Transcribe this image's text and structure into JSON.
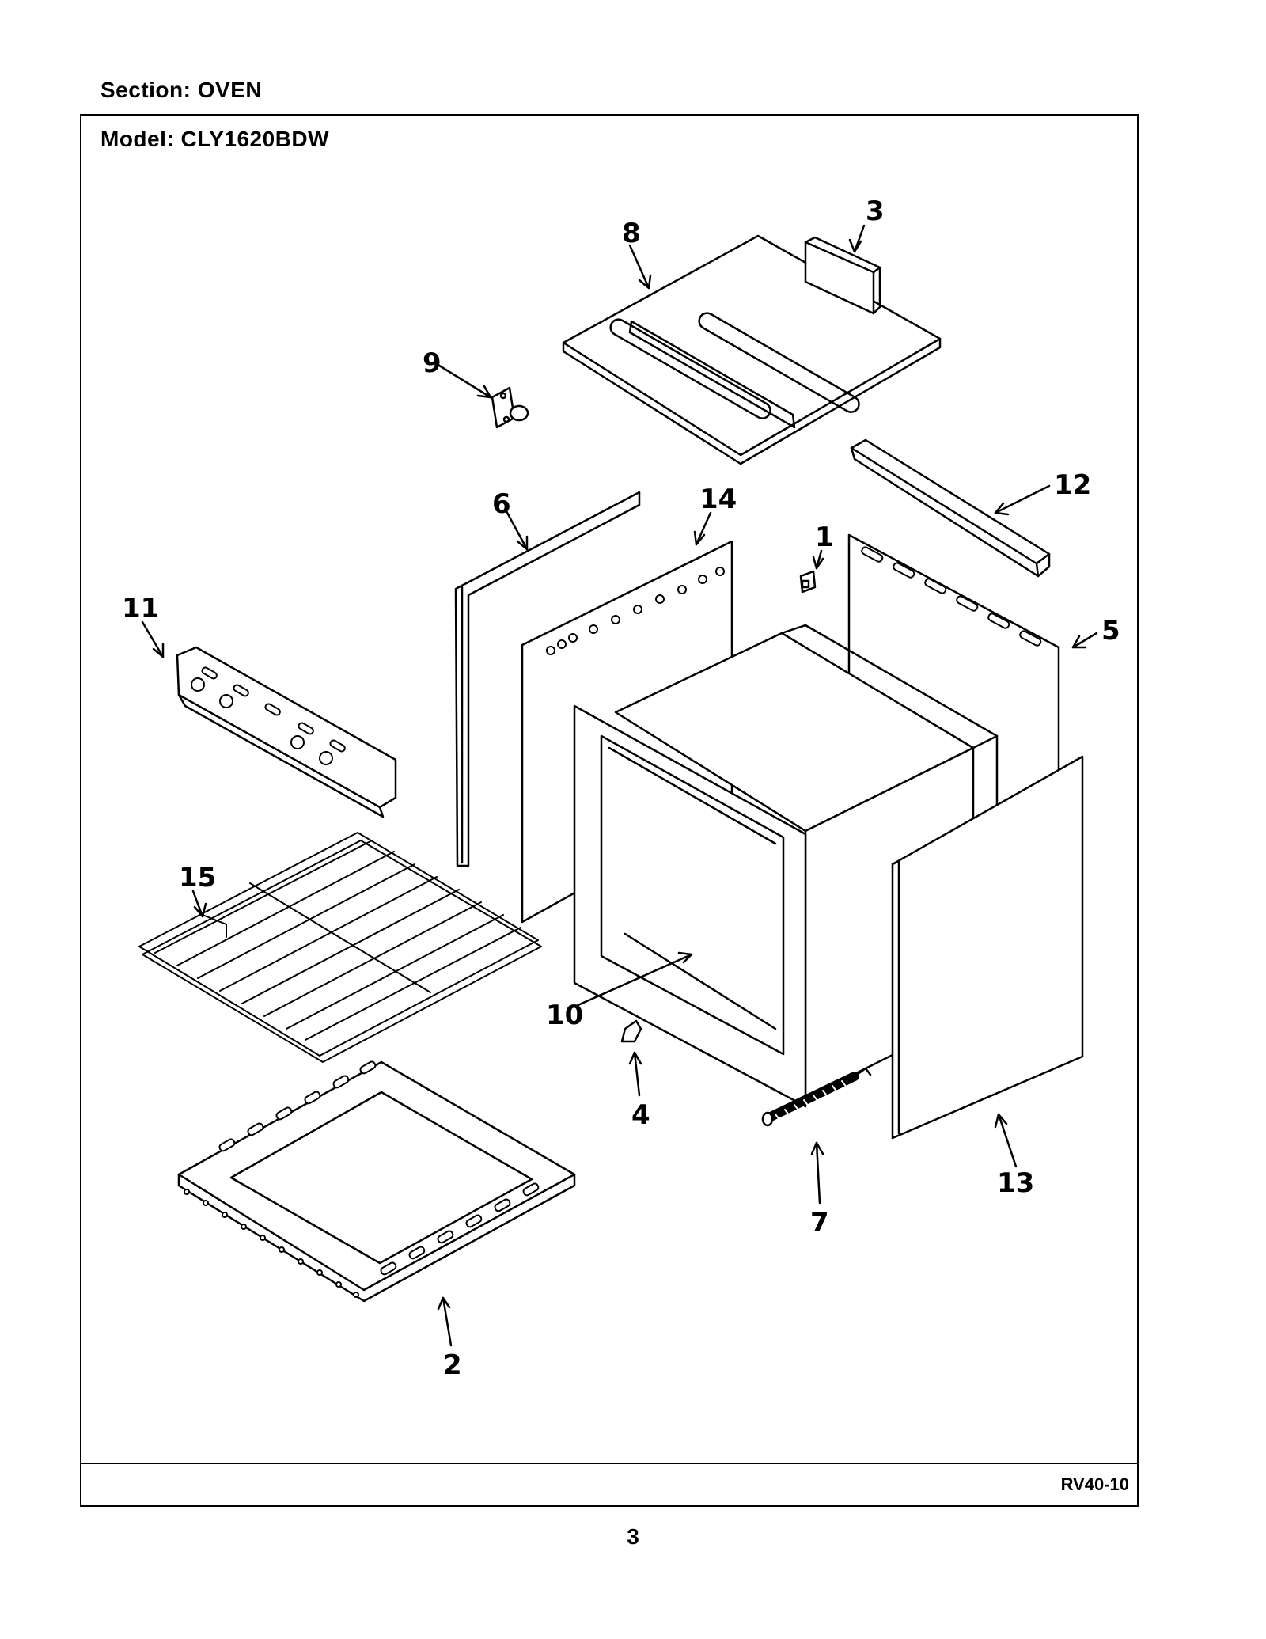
{
  "header": {
    "section": "Section:  OVEN"
  },
  "frame": {
    "model": "Model:  CLY1620BDW",
    "diagram_code": "RV40-10"
  },
  "page_number": "3",
  "callouts": {
    "c1": "1",
    "c2": "2",
    "c3": "3",
    "c4": "4",
    "c5": "5",
    "c6": "6",
    "c7": "7",
    "c8": "8",
    "c9": "9",
    "c10": "10",
    "c11": "11",
    "c12": "12",
    "c13": "13",
    "c14": "14",
    "c15": "15"
  }
}
